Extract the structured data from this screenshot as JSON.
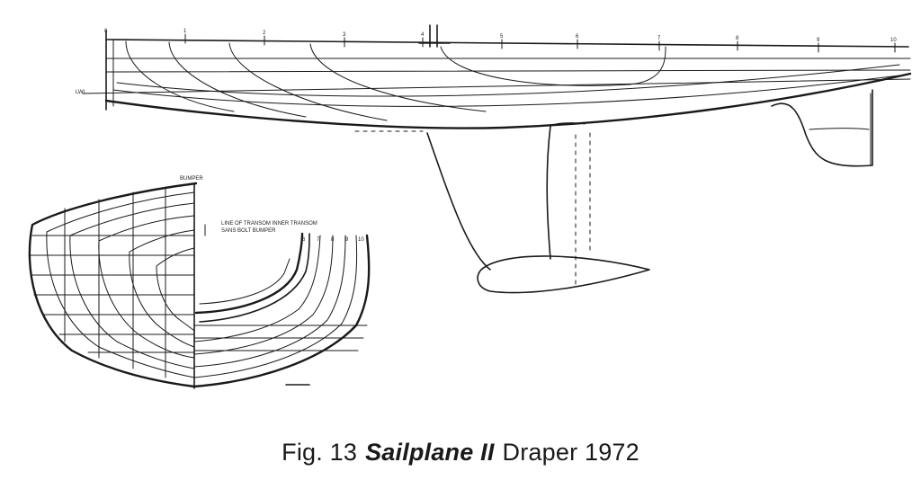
{
  "caption": {
    "prefix": "Fig. 13",
    "title": "Sailplane II",
    "suffix": "Draper 1972"
  },
  "drawing": {
    "station_numbers": [
      "0",
      "1",
      "2",
      "3",
      "4",
      "5",
      "6",
      "7",
      "8",
      "9",
      "10"
    ],
    "label_lwl": "LWL",
    "label_bumper": "BUMPER",
    "transom_note_line1": "LINE OF TRANSOM     INNER TRANSOM",
    "transom_note_line2": "SANS BOLT BUMPER",
    "half_breadth_numbers": [
      "6",
      "7",
      "8",
      "9",
      "10"
    ]
  }
}
